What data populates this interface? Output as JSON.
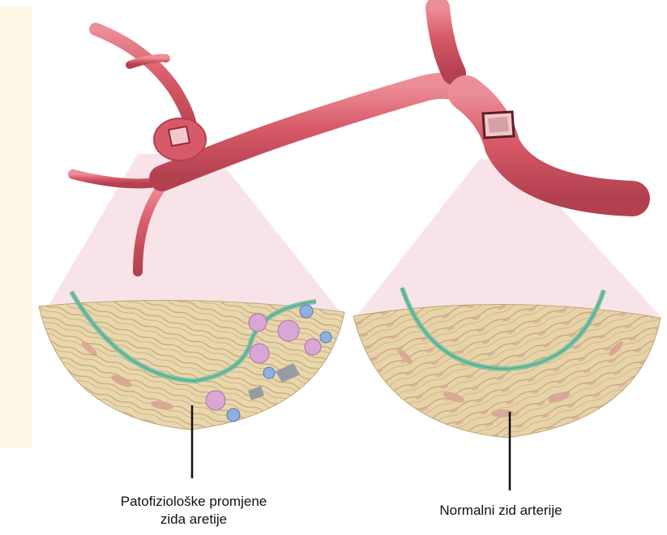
{
  "labels": {
    "pathological_line1": "Patofiziološke promjene",
    "pathological_line2": "zida aretije",
    "normal": "Normalni zid arterije"
  },
  "colors": {
    "artery": "#d85a68",
    "artery_dark": "#b2404f",
    "artery_light": "#ec8e98",
    "wall_tissue": "#e6d4a8",
    "wall_fiber": "#c9a878",
    "intima": "#7cc2a6",
    "lumen_fan": "#f7dfe4",
    "plaque_cells": "#d9a6d6",
    "blue_cells": "#8fb0df",
    "side_strip": "#fbf7e4"
  },
  "icons": [
    "artery-illustration",
    "aneurysm-icon",
    "cutout-window-icon",
    "pathological-wall-icon",
    "normal-wall-icon"
  ]
}
